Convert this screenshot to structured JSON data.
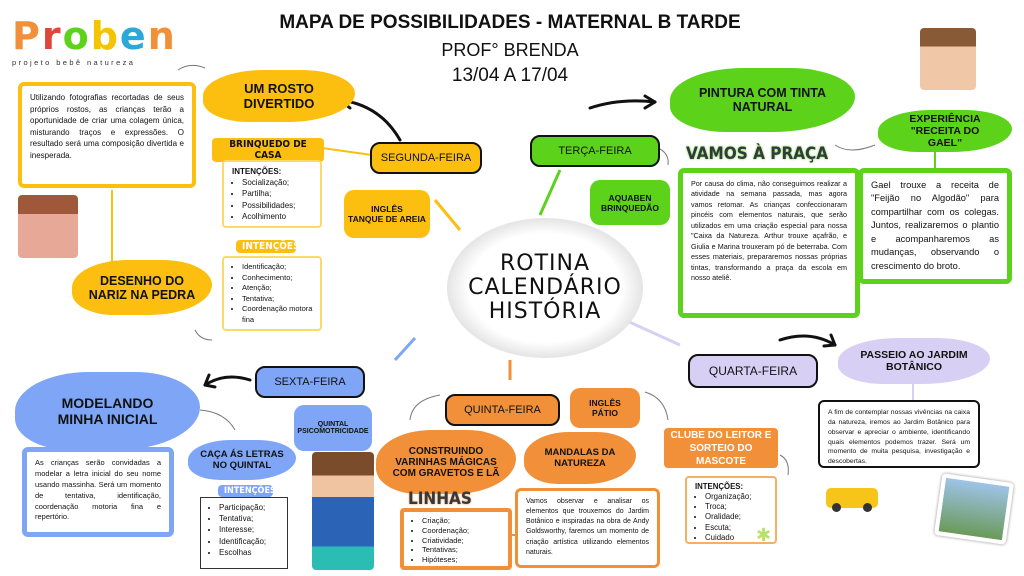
{
  "logo": {
    "name": "Proben",
    "tagline": "projeto bebê natureza"
  },
  "header": {
    "title": "MAPA DE POSSIBILIDADES - MATERNAL B TARDE",
    "teacher": "PROF° BRENDA",
    "dates": "13/04 A 17/04"
  },
  "center": {
    "line1": "ROTINA",
    "line2": "CALENDÁRIO",
    "line3": "HISTÓRIA"
  },
  "monday": {
    "label": "SEGUNDA-FEIRA",
    "english": "INGLÊS\nTANQUE DE AREIA",
    "activity1": "UM ROSTO DIVERTIDO",
    "activity1_text": "Utilizando fotografias recortadas de seus próprios rostos, as crianças terão a oportunidade de criar uma colagem única, misturando traços e expressões. O resultado será uma composição divertida e inesperada.",
    "activity2": "DESENHO DO NARIZ NA PEDRA",
    "toy_title": "BRINQUEDO DE CASA",
    "toy_intent_title": "INTENÇÕES:",
    "toy_intents": [
      "Socialização;",
      "Partilha;",
      "Possibilidades;",
      "Acolhimento"
    ],
    "intent_title": "INTENÇÕES",
    "intents": [
      "Identificação;",
      "Conhecimento;",
      "Atenção;",
      "Tentativa;",
      "Coordenação motora fina"
    ]
  },
  "tuesday": {
    "label": "TERÇA-FEIRA",
    "aquaben": "AQUABEN\nBRINQUEDÃO",
    "activity": "PINTURA COM TINTA NATURAL",
    "sub_title": "VAMOS À PRAÇA",
    "text": "Por causa do clima, não conseguimos realizar a atividade na semana passada, mas agora vamos retomar. As crianças confeccionaram pincéis com elementos naturais, que serão utilizados em uma criação especial para nossa \"Caixa da Natureza. Arthur trouxe açafrão, e Giulia e Marina trouxeram pó de beterraba. Com esses materiais, prepararemos nossas próprias tintas, transformando a praça da escola em nosso ateliê.",
    "experience": "EXPERIÊNCIA \"RECEITA DO GAEL\"",
    "experience_text": "Gael trouxe a receita de \"Feijão no Algodão\" para compartilhar com os colegas. Juntos, realizaremos o plantio e acompanharemos as mudanças, observando o crescimento do broto."
  },
  "wednesday": {
    "label": "QUARTA-FEIRA",
    "activity": "PASSEIO AO JARDIM BOTÂNICO",
    "text": "A fim de contemplar nossas vivências na caixa da natureza, iremos ao Jardim Botânico para observar e apreciar o ambiente, identificando quais elementos podemos trazer. Será um momento de muita pesquisa, investigação e descobertas."
  },
  "thursday": {
    "label": "QUINTA-FEIRA",
    "english": "INGLÊS\nPÁTIO",
    "activity1": "CONSTRUINDO VARINHAS MÁGICAS COM GRAVETOS E LÃ",
    "lines_title": "LINHAS",
    "lines": [
      "Criação;",
      "Coordenação;",
      "Criatividade;",
      "Tentativas;",
      "Hipóteses;"
    ],
    "activity2": "MANDALAS DA NATUREZA",
    "activity2_text": "Vamos observar e analisar os elementos que trouxemos do Jardim Botânico e inspiradas na obra de Andy Goldsworthy, faremos um momento de criação artística utilizando elementos naturais.",
    "club": "CLUBE DO LEITOR E SORTEIO DO MASCOTE",
    "club_intent_title": "INTENÇÕES:",
    "club_intents": [
      "Organização;",
      "Troca;",
      "Oralidade;",
      "Escuta;",
      "Cuidado"
    ]
  },
  "friday": {
    "label": "SEXTA-FEIRA",
    "yard": "QUINTAL\nPSICOMOTRICIDADE",
    "activity1": "MODELANDO MINHA INICIAL",
    "activity1_text": "As crianças serão convidadas a modelar a letra inicial do seu nome usando massinha. Será um momento de tentativa, identificação, coordenação motoria fina e repertório.",
    "activity2": "CAÇA ÁS LETRAS NO QUINTAL",
    "intent_title": "INTENÇÕES",
    "intents": [
      "Participação;",
      "Tentativa;",
      "Interesse;",
      "Identificação;",
      "Escolhas"
    ]
  },
  "colors": {
    "yellow": "#fcbf0f",
    "green": "#5cd31a",
    "purple": "#d8d0f4",
    "blue": "#7fa6f6",
    "orange": "#f19038"
  }
}
